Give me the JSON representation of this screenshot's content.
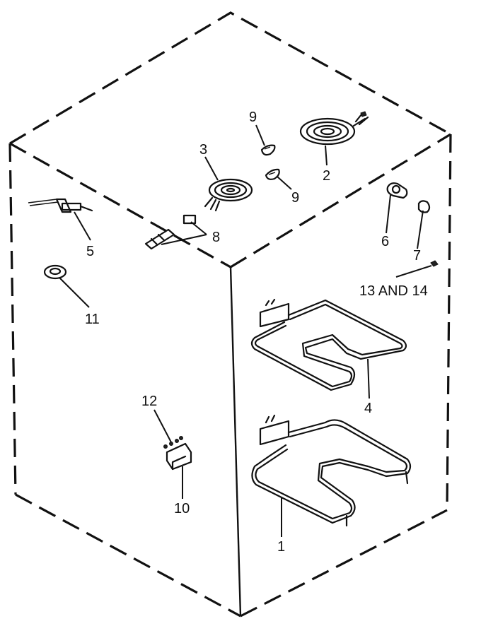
{
  "diagram": {
    "callouts": {
      "c1": "1",
      "c2": "2",
      "c3": "3",
      "c4": "4",
      "c5": "5",
      "c6": "6",
      "c7": "7",
      "c8": "8",
      "c9a": "9",
      "c9b": "9",
      "c10": "10",
      "c11": "11",
      "c12": "12",
      "c13": "13 AND 14"
    }
  }
}
